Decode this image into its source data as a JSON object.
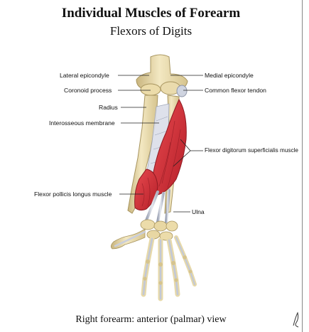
{
  "title": "Individual Muscles of Forearm",
  "subtitle": "Flexors of Digits",
  "caption": "Right forearm: anterior (palmar) view",
  "labels": {
    "lateral_epicondyle": "Lateral epicondyle",
    "coronoid_process": "Coronoid process",
    "radius": "Radius",
    "interosseous_membrane": "Interosseous membrane",
    "flexor_pollicis_longus": "Flexor pollicis longus muscle",
    "medial_epicondyle": "Medial epicondyle",
    "common_flexor_tendon": "Common flexor tendon",
    "flexor_digitorum_superficialis": "Flexor digitorum superficialis muscle",
    "ulna": "Ulna"
  },
  "colors": {
    "bone": "#efe3b8",
    "bone_shadow": "#c9b57e",
    "muscle": "#d9303a",
    "muscle_dark": "#a81e26",
    "tendon": "#c9cedb",
    "tendon_shadow": "#8f96a8",
    "leader": "#222222"
  }
}
